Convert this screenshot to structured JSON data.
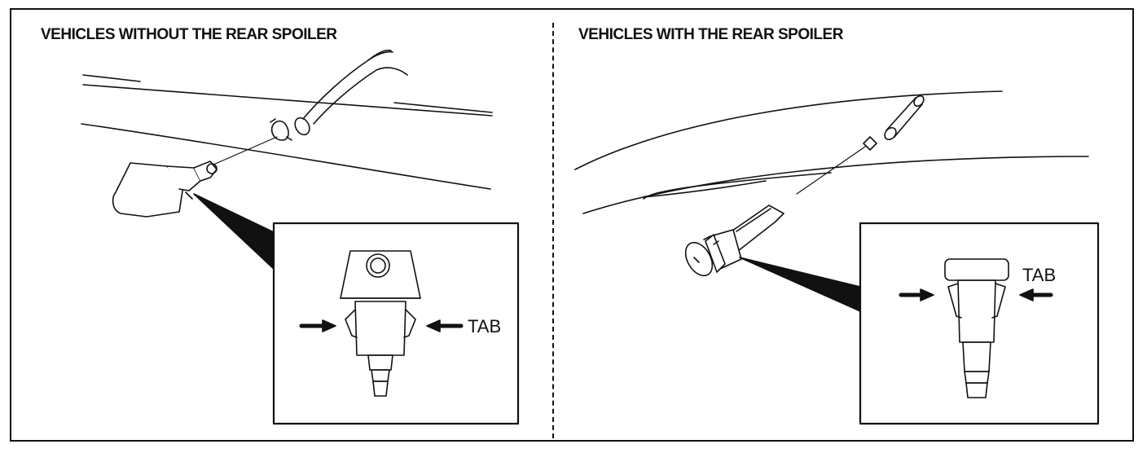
{
  "panels": {
    "left": {
      "heading": "VEHICLES WITHOUT THE REAR SPOILER",
      "tab_label": "TAB"
    },
    "right": {
      "heading": "VEHICLES WITH THE REAR SPOILER",
      "tab_label": "TAB"
    }
  },
  "colors": {
    "ink": "#111111",
    "paper": "#ffffff"
  }
}
